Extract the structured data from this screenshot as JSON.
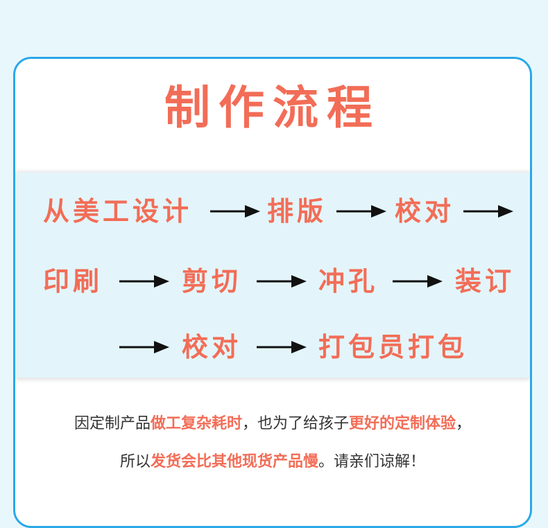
{
  "title": "制作流程",
  "steps": {
    "s1": "从美工设计",
    "s2": "排版",
    "s3": "校对",
    "s4": "印刷",
    "s5": "剪切",
    "s6": "冲孔",
    "s7": "装订",
    "s8": "校对",
    "s9": "打包员打包"
  },
  "note": {
    "line1_a": "因定制产品",
    "line1_b": "做工复杂耗时",
    "line1_c": "，也为了给孩子",
    "line1_d": "更好的定制体验",
    "line1_e": "，",
    "line2_a": "所以",
    "line2_b": "发货会比其他现货产品慢",
    "line2_c": "。请亲们谅解！"
  },
  "colors": {
    "accent": "#f26d57",
    "border": "#2aa8e8",
    "band": "#e3f5fa",
    "page_bg": "#e8f7fc"
  }
}
